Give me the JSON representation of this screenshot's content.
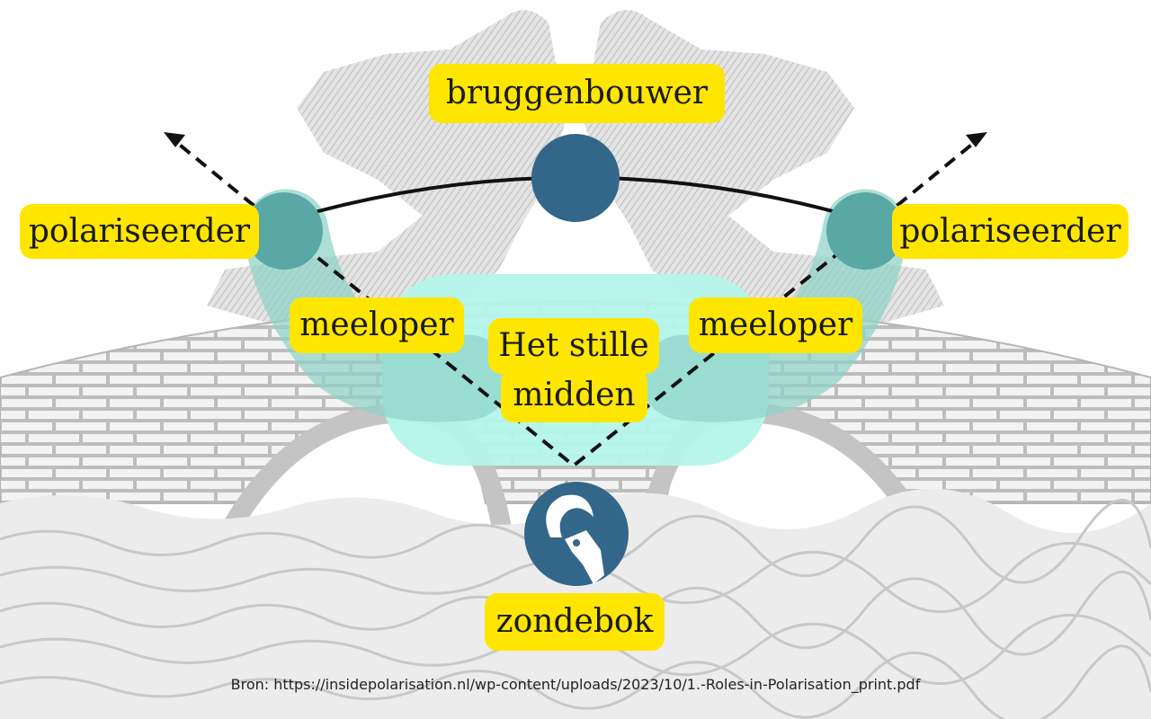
{
  "colors": {
    "label_bg": "#ffe600",
    "bridge_builder_node": "#33678a",
    "polarizer_node": "#5aa8a6",
    "follower_band": "#8fd3c7",
    "silent_middle_area": "#b4f6ea",
    "scapegoat_icon": "#33678a",
    "background_drawing": "#c9c9c9"
  },
  "roles": {
    "bridge_builder": "bruggenbouwer",
    "polarizer_left": "polariseerder",
    "polarizer_right": "polariseerder",
    "follower_left": "meeloper",
    "follower_right": "meeloper",
    "silent_middle_line1": "Het stille",
    "silent_middle_line2": "midden",
    "scapegoat": "zondebok"
  },
  "icons": {
    "scapegoat": "goat-head-icon",
    "background": "wrestlers-on-bridge-illustration"
  },
  "source": "Bron: https://insidepolarisation.nl/wp-content/uploads/2023/10/1.-Roles-in-Polarisation_print.pdf"
}
